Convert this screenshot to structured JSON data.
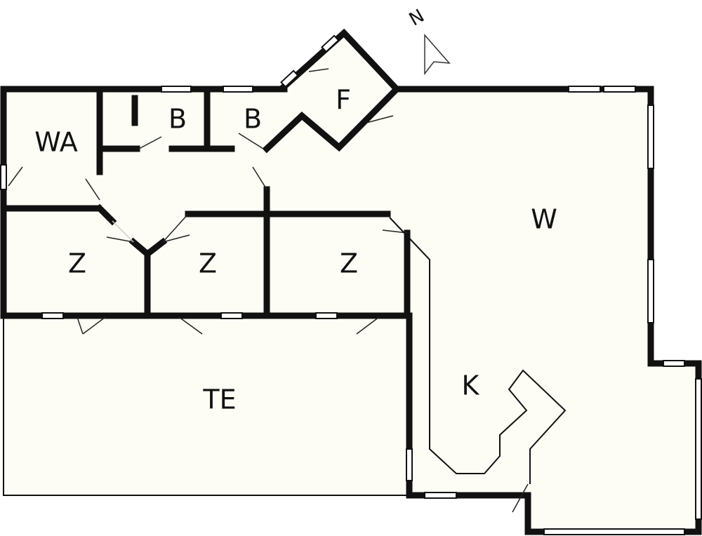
{
  "rooms": [
    {
      "id": "wa",
      "label": "WA"
    },
    {
      "id": "b1",
      "label": "B"
    },
    {
      "id": "b2",
      "label": "B"
    },
    {
      "id": "f",
      "label": "F"
    },
    {
      "id": "w",
      "label": "W"
    },
    {
      "id": "z1",
      "label": "Z"
    },
    {
      "id": "z2",
      "label": "Z"
    },
    {
      "id": "z3",
      "label": "Z"
    },
    {
      "id": "te",
      "label": "TE"
    },
    {
      "id": "k",
      "label": "K"
    }
  ],
  "compass": {
    "label": "N",
    "icon": "north-arrow-icon"
  },
  "colors": {
    "floor": "#fdfdf6",
    "wall": "#111111"
  }
}
